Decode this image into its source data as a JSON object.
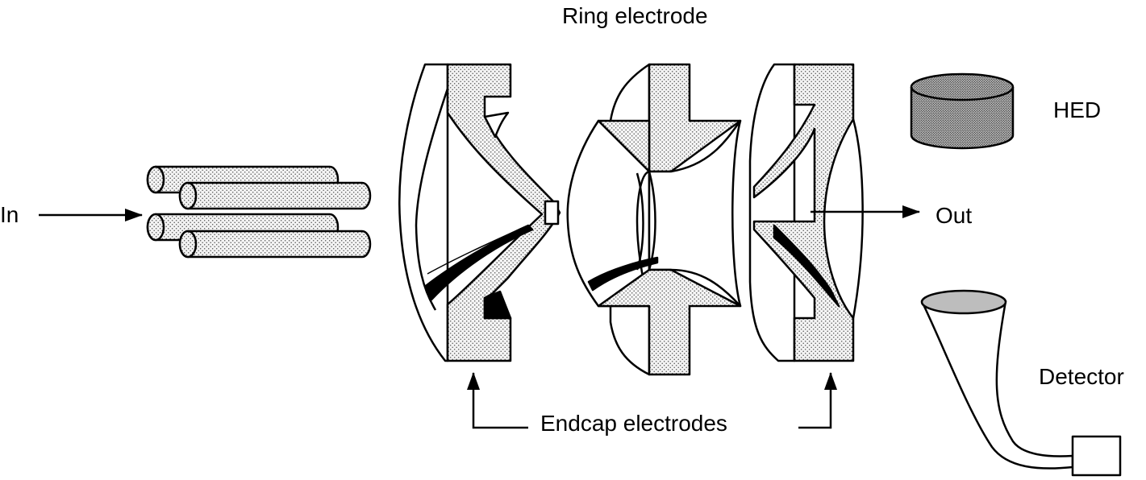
{
  "labels": {
    "ring_electrode": "Ring electrode",
    "hed": "HED",
    "in": "In",
    "out": "Out",
    "detector": "Detector",
    "endcap_electrodes": "Endcap electrodes"
  },
  "colors": {
    "stroke": "#000000",
    "stipple_bg": "#f4f4f4",
    "stipple_dot": "#555555",
    "dense_dot": "#333333",
    "detector_mouth": "#bdbdbd",
    "background": "#ffffff"
  }
}
